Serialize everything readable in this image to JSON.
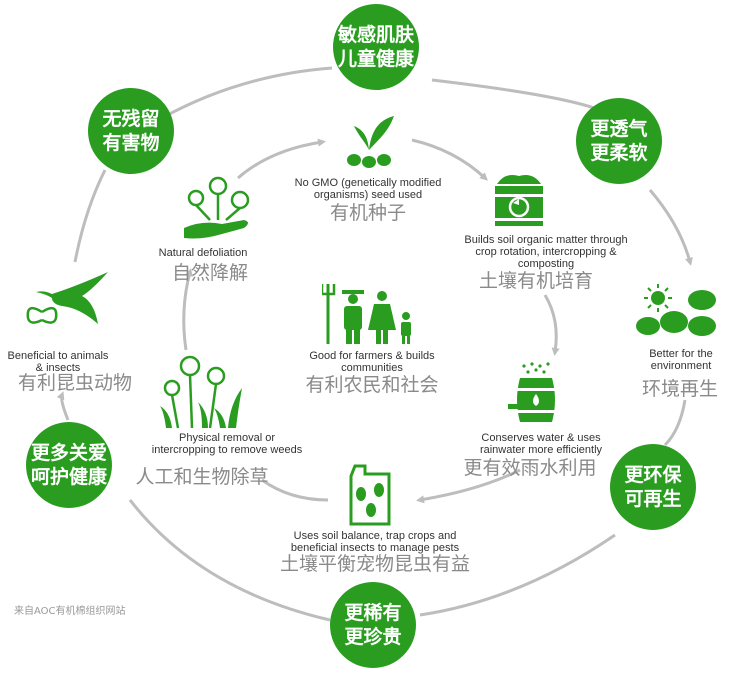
{
  "colors": {
    "green": "#2a9d21",
    "arrow": "#bdbdbd",
    "text": "#333333",
    "label_cn": "#8a8a8a"
  },
  "outer_bubbles": [
    {
      "id": "top",
      "lines": [
        "敏感肌肤",
        "儿童健康"
      ]
    },
    {
      "id": "upper-right",
      "lines": [
        "更透气",
        "更柔软"
      ]
    },
    {
      "id": "lower-right",
      "lines": [
        "更环保",
        "可再生"
      ]
    },
    {
      "id": "bottom",
      "lines": [
        "更稀有",
        "更珍贵"
      ]
    },
    {
      "id": "lower-left",
      "lines": [
        "更多关爱",
        "呵护健康"
      ]
    },
    {
      "id": "upper-left",
      "lines": [
        "无残留",
        "有害物"
      ]
    }
  ],
  "items": {
    "seed": {
      "en": "No GMO (genetically modified organisms) seed used",
      "cn": "有机种子",
      "icon": "sprout-icon"
    },
    "soil": {
      "en": "Builds soil organic matter through crop rotation, intercropping & composting",
      "cn": "土壤有机培育",
      "icon": "compost-bin-icon"
    },
    "environment": {
      "en": "Better for the environment",
      "cn": "环境再生",
      "icon": "sun-trees-icon"
    },
    "water": {
      "en": "Conserves water & uses rainwater more efficiently",
      "cn": "更有效雨水利用",
      "icon": "water-barrel-icon"
    },
    "pests": {
      "en": "Uses soil balance, trap crops and beneficial insects to manage pests",
      "cn": "土壤平衡宠物昆虫有益",
      "icon": "insect-trap-icon"
    },
    "animals": {
      "en": "Beneficial to animals & insects",
      "cn": "有利昆虫动物",
      "icon": "bird-butterfly-icon"
    },
    "weeds": {
      "en": "Physical removal or intercropping to remove weeds",
      "cn": "人工和生物除草",
      "icon": "cotton-plants-icon"
    },
    "defoliation": {
      "en": "Natural defoliation",
      "cn": "自然降解",
      "icon": "hand-cotton-icon"
    },
    "center": {
      "en": "Good for farmers & builds communities",
      "cn": "有利农民和社会",
      "icon": "farmer-family-icon"
    }
  },
  "footnote": "来自AOC有机棉组织网站"
}
